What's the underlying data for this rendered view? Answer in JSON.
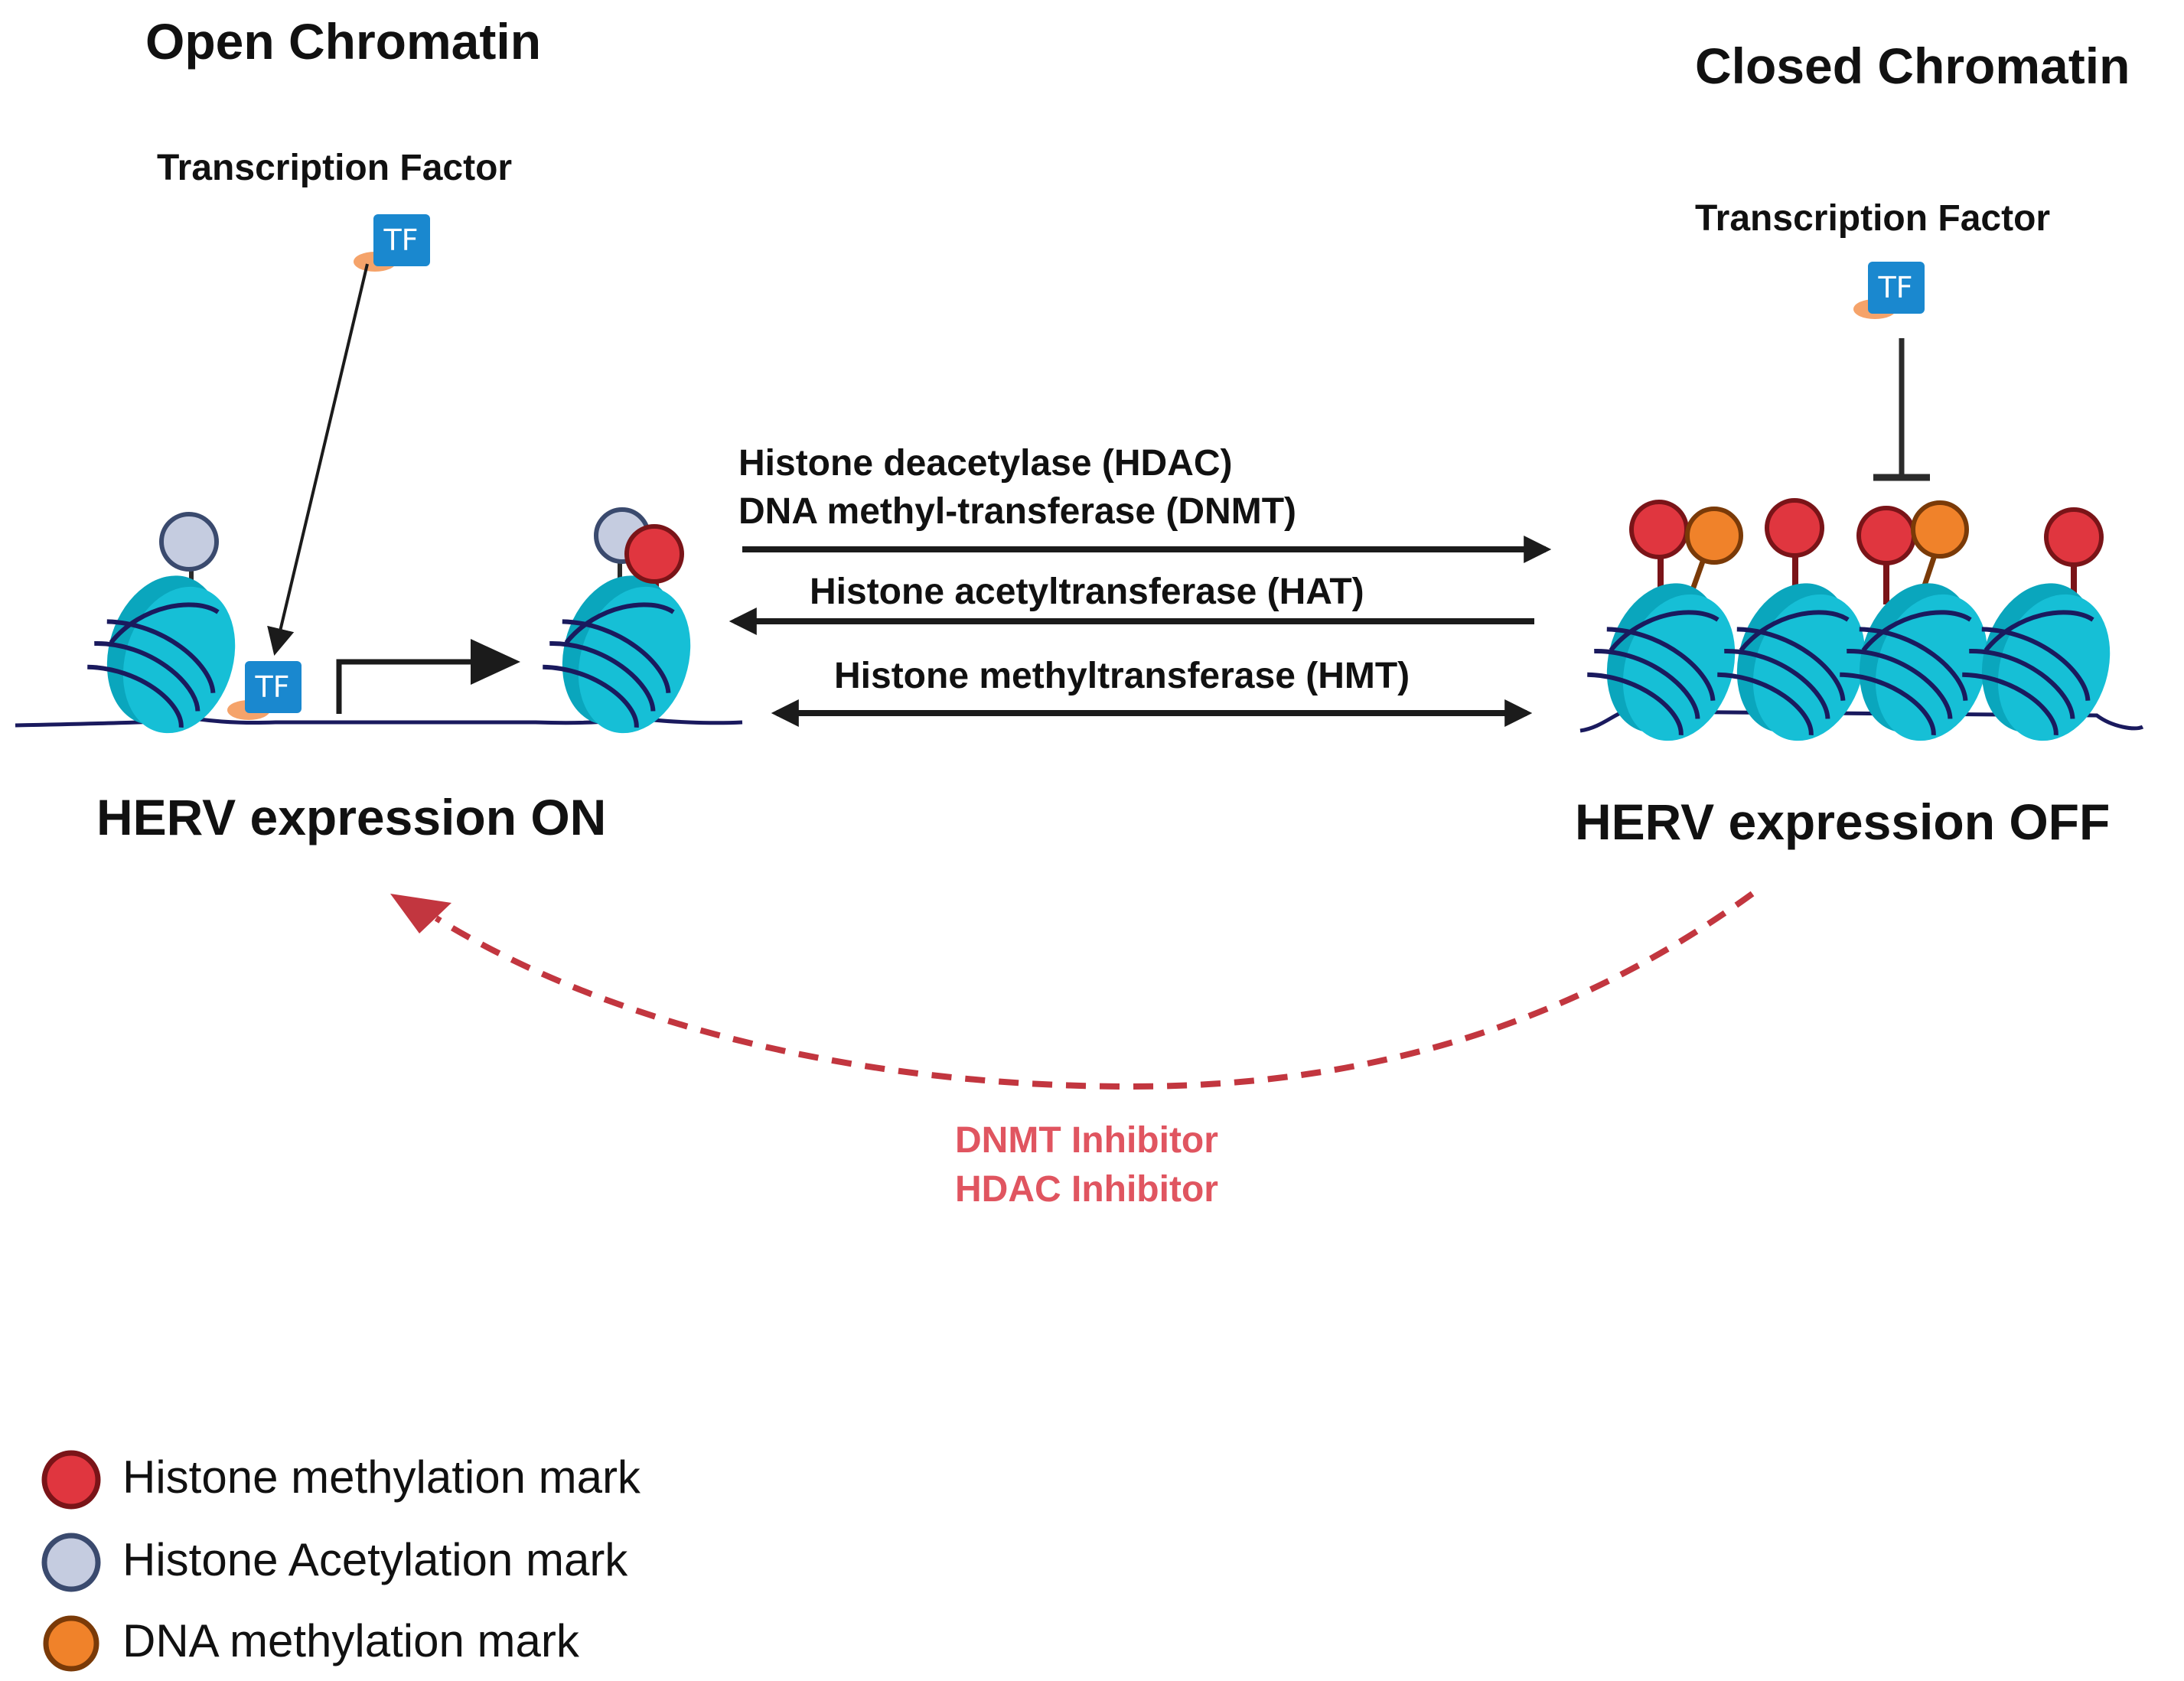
{
  "open": {
    "title": "Open Chromatin",
    "tf_label": "Transcription Factor",
    "tf_badge": "TF",
    "status": "HERV expression ON"
  },
  "closed": {
    "title": "Closed Chromatin",
    "tf_label": "Transcription Factor",
    "tf_badge": "TF",
    "status": "HERV expression OFF"
  },
  "enzymes": {
    "hdac": "Histone deacetylase (HDAC)",
    "dnmt": "DNA methyl-transferase (DNMT)",
    "hat": "Histone acetyltransferase (HAT)",
    "hmt": "Histone methyltransferase (HMT)"
  },
  "inhibitors": {
    "dnmt": "DNMT Inhibitor",
    "hdac": "HDAC Inhibitor"
  },
  "legend": [
    {
      "label": "Histone methylation mark",
      "fill": "#e0363f",
      "stroke": "#7a1418"
    },
    {
      "label": "Histone Acetylation mark",
      "fill": "#c5cce0",
      "stroke": "#3a4a6e"
    },
    {
      "label": "DNA methylation mark",
      "fill": "#f0822a",
      "stroke": "#7a3a08"
    }
  ],
  "colors": {
    "nucleosome": "#11b4cc",
    "dna": "#1a1a5e",
    "tf": "#1a88cf",
    "tf_foot": "#f5a36a",
    "inhibitor_arrow": "#c2363f"
  }
}
